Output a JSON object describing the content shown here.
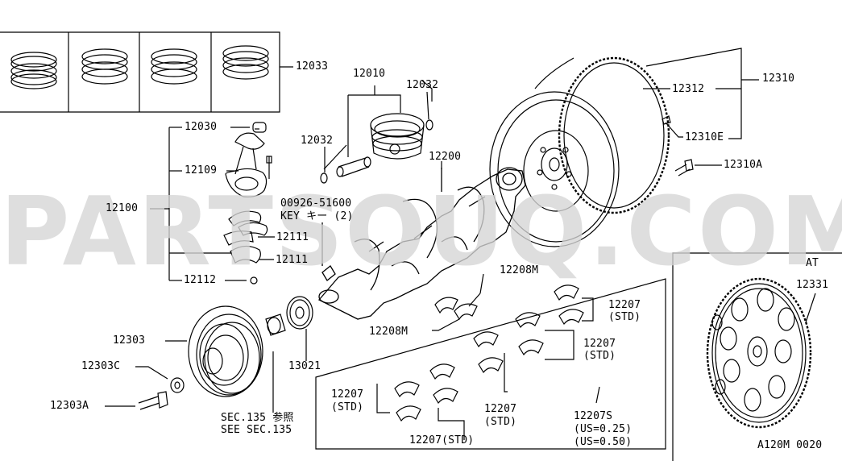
{
  "watermark": "PARTSOUQ.COM",
  "labels": {
    "l12033": "12033",
    "l12010": "12010",
    "l12032a": "12032",
    "l12032b": "12032",
    "l12030": "12030",
    "l12109": "12109",
    "l12100": "12100",
    "l00926": "00926-51600",
    "lkey": "KEY  キー  (2)",
    "l12111a": "12111",
    "l12111b": "12111",
    "l12112": "12112",
    "l12200": "12200",
    "l12310": "12310",
    "l12312": "12312",
    "l12310e": "12310E",
    "l12310a": "12310A",
    "lat": "AT",
    "l12331": "12331",
    "l12208m_a": "12208M",
    "l12208m_b": "12208M",
    "l12303": "12303",
    "l12303c": "12303C",
    "l12303a": "12303A",
    "l13021": "13021",
    "lsec135a": "SEC.135 参照",
    "lsec135b": "SEE SEC.135",
    "l12207_1": "12207",
    "l12207_1s": "(STD)",
    "l12207_2": "12207",
    "l12207_2s": "(STD)",
    "l12207_3": "12207",
    "l12207_3s": "(STD)",
    "l12207_4": "12207",
    "l12207_4s": "(STD)",
    "l12207_5": "12207(STD)",
    "l12207s": "12207S",
    "l12207s_a": "(US=0.25)",
    "l12207s_b": "(US=0.50)",
    "code": "A120M 0020"
  }
}
